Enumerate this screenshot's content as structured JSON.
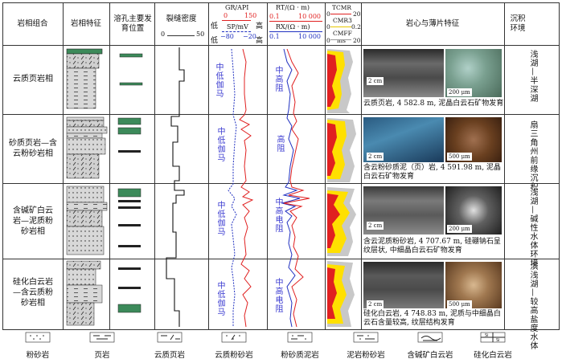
{
  "headers": {
    "facies_combo": "岩相组合",
    "facies_features": "岩相特征",
    "pore_position": "溶孔主要发育位置",
    "fracture_density": "裂缝密度",
    "fracture_scale_min": "0",
    "fracture_scale_max": "50",
    "gr_label": "GR/API",
    "gr_min": "0",
    "gr_max": "150",
    "sp_label": "SP/mV",
    "sp_min": "−80",
    "sp_max": "−20",
    "low": "低",
    "high": "高",
    "rt_label": "RT/(Ω · m)",
    "rt_min": "0.1",
    "rt_max": "10 000",
    "rx_label": "RX/(Ω · m)",
    "rx_min": "0.1",
    "rx_max": "10 000",
    "tcmr_label": "TCMR",
    "tcmr_min": "0",
    "tcmr_max": "20",
    "cmr3_label": "CMR3",
    "cmr3_min": "0",
    "cmr3_max": "0.2",
    "cmff_label": "CMFF",
    "cmff_min": "0",
    "cmff_unit": "ms",
    "cmff_max": "20",
    "core_section": "岩心与薄片特征",
    "sedimentary_env": "沉积环境"
  },
  "rows": [
    {
      "facies": "云质页岩相",
      "gr_sp_label": "中低伽马",
      "rt_label": "中高阻",
      "scale_core": "2 cm",
      "scale_thin": "200 μm",
      "caption": "云质页岩, 4 582.8 m, 泥晶白云石矿物发育",
      "env": "浅湖—半深湖"
    },
    {
      "facies": "砂质页岩—含云粉砂岩相",
      "gr_sp_label": "中低伽马",
      "rt_label": "高阻",
      "scale_core": "2 cm",
      "scale_thin": "500 μm",
      "caption": "含云粉砂质泥（页）岩, 4 591.98 m, 泥晶白云石矿物发育",
      "env": "扇三角州前缘沉积"
    },
    {
      "facies": "含碱矿白云岩—泥质粉砂岩相",
      "gr_sp_label": "中低伽马",
      "rt_label": "中高电阻",
      "scale_core": "2 cm",
      "scale_thin": "200 μm",
      "caption": "含云泥质粉砂岩, 4 707.67 m, 硅硼钠石呈纹层状, 中细晶白云石矿物发育",
      "env": "浅湖—碱性水体环境"
    },
    {
      "facies": "硅化白云岩—含云质粉砂岩相",
      "gr_sp_label": "中低伽马",
      "rt_label": "中高电阻",
      "scale_core": "2 cm",
      "scale_thin": "500 μm",
      "caption": "硅化白云岩, 4 748.83 m, 泥质与中细晶白云石含量较高, 纹层结构发育",
      "env": "滨浅湖—较高盐度水体"
    }
  ],
  "legend": [
    "粉砂岩",
    "页岩",
    "云质页岩",
    "云质粉砂岩",
    "粉砂质泥岩",
    "泥岩粉砂岩",
    "含碱矿白云岩",
    "硅化白云岩"
  ],
  "colors": {
    "gr_red": "#e02020",
    "sp_blue": "#2030c0",
    "green": "#3c8a5a",
    "nmr_red": "#e02020",
    "nmr_yellow": "#ffe000",
    "nmr_gray": "#c8c8c8"
  }
}
